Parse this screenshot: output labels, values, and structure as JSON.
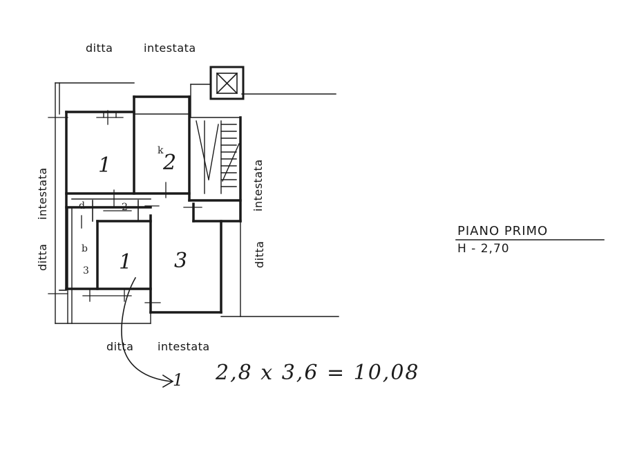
{
  "neighbors": {
    "top_left": "ditta",
    "top_right": "intestata",
    "left_top": "intestata",
    "left_bottom": "ditta",
    "right_top": "intestata",
    "right_bottom": "ditta",
    "bottom_left": "ditta",
    "bottom_right": "intestata"
  },
  "rooms": {
    "room_1_upper": "1",
    "room_2": "2",
    "room_2_prefix": "k",
    "room_d": "d",
    "room_2_small": "2",
    "room_b": "b",
    "room_3_small": "3",
    "room_1_lower": "1",
    "room_3": "3"
  },
  "floor_info": {
    "title": "PIANO PRIMO",
    "height": "H - 2,70"
  },
  "annotation": {
    "arrow_label": "1",
    "calculation": "2,8 x 3,6 = 10,08"
  }
}
